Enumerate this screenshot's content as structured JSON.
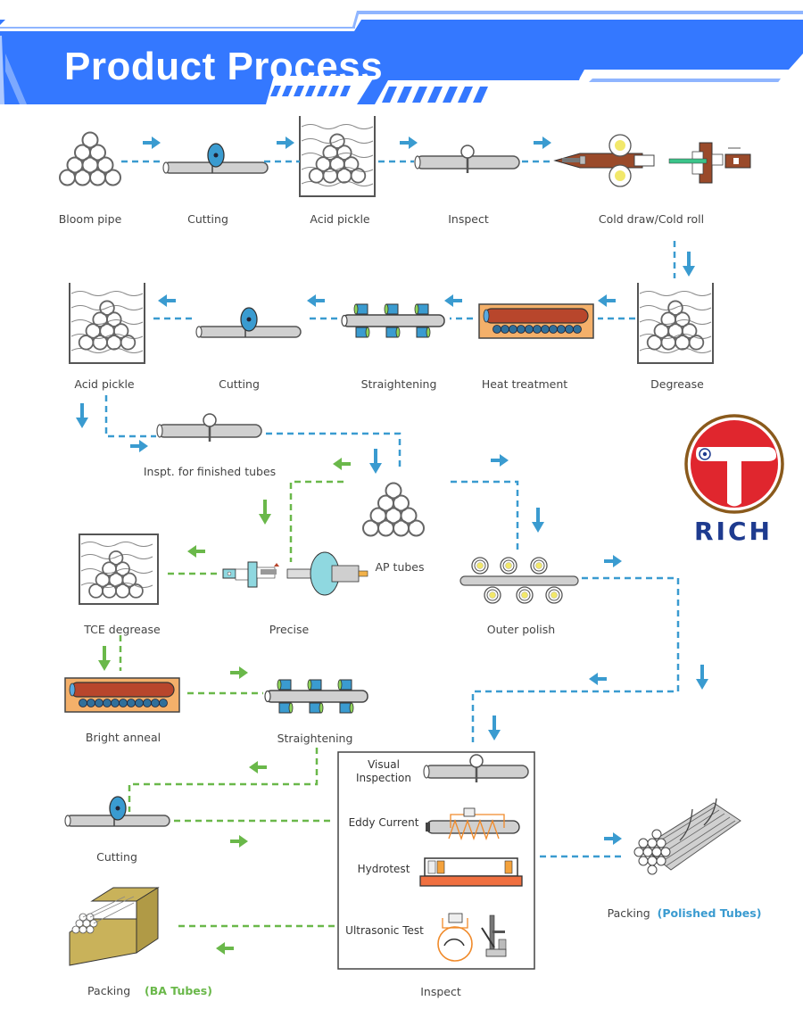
{
  "header": {
    "title": "Product Process",
    "color": "#3478ff"
  },
  "colors": {
    "main_flow": "#3a9bd0",
    "ba_flow": "#6ab84a",
    "logo_red": "#e0262e",
    "logo_ring": "#8a5a1c",
    "logo_text": "#1e3b8f"
  },
  "steps": {
    "bloom_pipe": "Bloom pipe",
    "cutting_1": "Cutting",
    "acid_pickle_1": "Acid pickle",
    "inspect_1": "Inspect",
    "cold_draw": "Cold draw/Cold roll",
    "degrease": "Degrease",
    "heat_treatment": "Heat treatment",
    "straightening_1": "Straightening",
    "cutting_2": "Cutting",
    "acid_pickle_2": "Acid pickle",
    "inspt_finished": "Inspt. for finished tubes",
    "ap_tubes": "AP tubes",
    "outer_polish": "Outer polish",
    "precise": "Precise",
    "tce_degrease": "TCE degrease",
    "bright_anneal": "Bright anneal",
    "straightening_2": "Straightening",
    "cutting_3": "Cutting",
    "inspect_final": "Inspect",
    "packing_ba": "Packing",
    "packing_ba_note": "(BA Tubes)",
    "packing_polished": "Packing",
    "packing_polished_note": "(Polished Tubes)"
  },
  "inspect_box": {
    "items": [
      "Visual Inspection",
      "Eddy Current",
      "Hydrotest",
      "Ultrasonic Test"
    ]
  },
  "logo": {
    "text": "RICH",
    "letter": "T"
  }
}
